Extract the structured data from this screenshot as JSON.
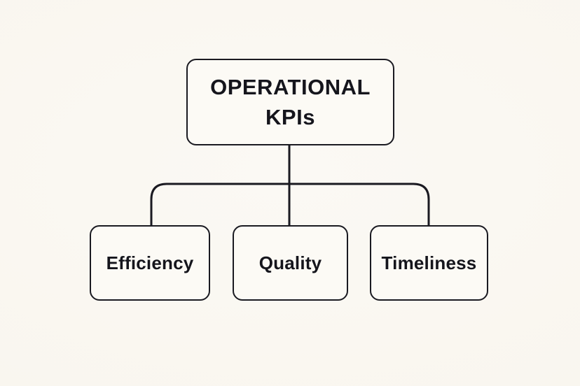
{
  "diagram": {
    "type": "hierarchy-flowchart",
    "root": {
      "label": "OPERATIONAL KPIs"
    },
    "children": [
      {
        "label": "Efficiency"
      },
      {
        "label": "Quality"
      },
      {
        "label": "Timeliness"
      }
    ],
    "edges": [
      {
        "from": "OPERATIONAL KPIs",
        "to": "Efficiency"
      },
      {
        "from": "OPERATIONAL KPIs",
        "to": "Quality"
      },
      {
        "from": "OPERATIONAL KPIs",
        "to": "Timeliness"
      }
    ],
    "colors": {
      "background": "#f9f6ef",
      "box_fill": "#fcfaf5",
      "line_and_border": "#1a1a21",
      "text": "#15151c"
    }
  }
}
